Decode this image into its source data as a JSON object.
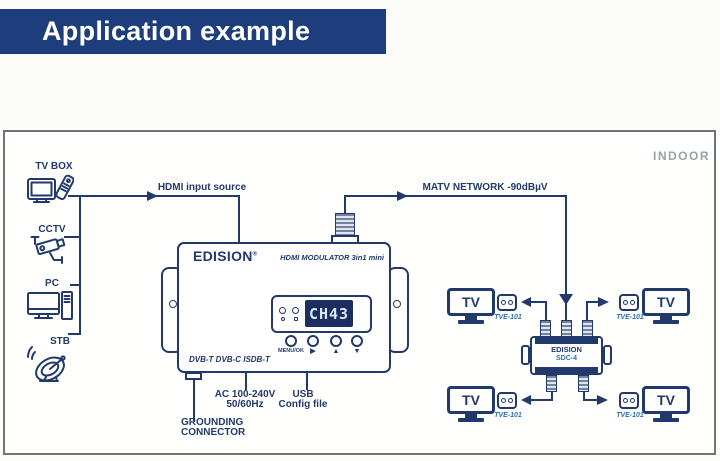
{
  "header": {
    "title": "Application example"
  },
  "diagram": {
    "environment_label": "INDOOR",
    "sources": [
      {
        "label": "TV BOX"
      },
      {
        "label": "CCTV"
      },
      {
        "label": "PC"
      },
      {
        "label": "STB"
      }
    ],
    "hdmi_line_label": "HDMI input source",
    "matv_line_label": "MATV NETWORK -90dBµV",
    "modulator": {
      "brand": "EDISION",
      "reg_mark": "®",
      "model": "HDMI MODULATOR 3in1 mini",
      "display_value": "CH43",
      "menu_button_label": "MENU/OK",
      "nav_buttons": [
        "▶",
        "▲",
        "▼"
      ],
      "standards_label": "DVB-T DVB-C ISDB-T"
    },
    "connections": {
      "ac_label_line1": "AC 100-240V",
      "ac_label_line2": "50/60Hz",
      "usb_label_line1": "USB",
      "usb_label_line2": "Config file",
      "grounding_label_line1": "GROUNDING",
      "grounding_label_line2": "CONNECTOR"
    },
    "splitter": {
      "brand": "EDISION",
      "model": "SDC-4"
    },
    "tvs": [
      {
        "label": "TV",
        "outlet_label": "TVE-101"
      },
      {
        "label": "TV",
        "outlet_label": "TVE-101"
      },
      {
        "label": "TV",
        "outlet_label": "TVE-101"
      },
      {
        "label": "TV",
        "outlet_label": "TVE-101"
      }
    ]
  },
  "colors": {
    "header_background": "#1e3d7c",
    "diagram_navy": "#213a6b",
    "accent_blue": "#2e6fb6",
    "indoor_gray": "#9aa1a8",
    "box_border_gray": "#6d747b",
    "display_background": "#1a2f5f",
    "display_text": "#dbe6fb"
  }
}
